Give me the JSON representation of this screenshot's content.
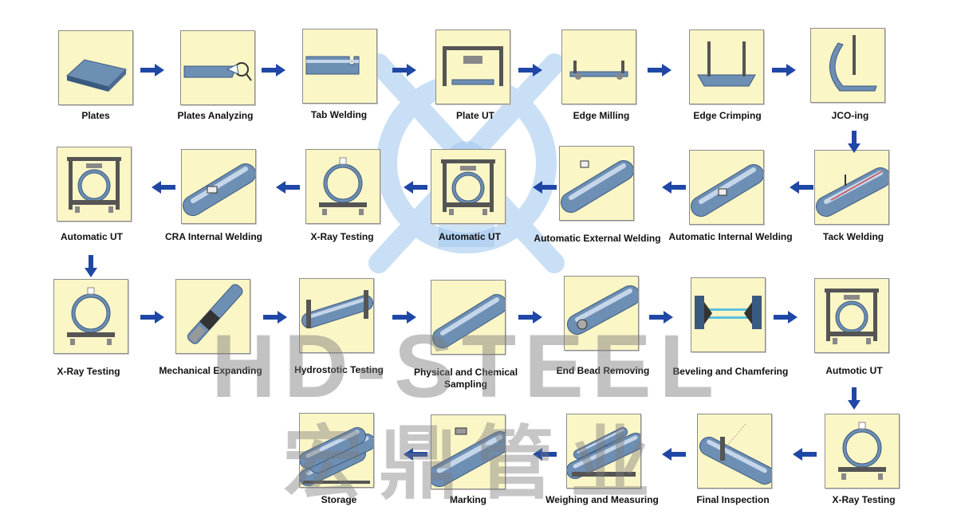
{
  "steps": [
    {
      "label": "Plates",
      "icon": "plates-icon"
    },
    {
      "label": "Plates Analyzing",
      "icon": "plates-analyzing-icon"
    },
    {
      "label": "Tab Welding",
      "icon": "tab-welding-icon"
    },
    {
      "label": "Plate UT",
      "icon": "plate-ut-icon"
    },
    {
      "label": "Edge Milling",
      "icon": "edge-milling-icon"
    },
    {
      "label": "Edge Crimping",
      "icon": "edge-crimping-icon"
    },
    {
      "label": "JCO-ing",
      "icon": "jco-ing-icon"
    },
    {
      "label": "Tack Welding",
      "icon": "tack-welding-icon"
    },
    {
      "label": "Automatic Internal Welding",
      "icon": "internal-welding-icon"
    },
    {
      "label": "Automatic External Welding",
      "icon": "external-welding-icon"
    },
    {
      "label": "Automatic UT",
      "icon": "automatic-ut-icon"
    },
    {
      "label": "X-Ray Testing",
      "icon": "x-ray-testing-icon"
    },
    {
      "label": "CRA Internal Welding",
      "icon": "cra-internal-welding-icon"
    },
    {
      "label": "Automatic UT",
      "icon": "automatic-ut-icon"
    },
    {
      "label": "X-Ray Testing",
      "icon": "x-ray-testing-icon"
    },
    {
      "label": "Mechanical Expanding",
      "icon": "mechanical-expanding-icon"
    },
    {
      "label": "Hydrostotic Testing",
      "icon": "hydrostatic-testing-icon"
    },
    {
      "label": "Physical and Chemical Sampling",
      "icon": "sampling-icon"
    },
    {
      "label": "End Bead Removing",
      "icon": "end-bead-removing-icon"
    },
    {
      "label": "Beveling and Chamfering",
      "icon": "beveling-icon"
    },
    {
      "label": "Autmotic UT",
      "icon": "automatic-ut-icon"
    },
    {
      "label": "X-Ray Testing",
      "icon": "x-ray-testing-icon"
    },
    {
      "label": "Final Inspection",
      "icon": "final-inspection-icon"
    },
    {
      "label": "Weighing and Measuring",
      "icon": "weighing-icon"
    },
    {
      "label": "Marking",
      "icon": "marking-icon"
    },
    {
      "label": "Storage",
      "icon": "storage-icon"
    }
  ],
  "watermark": {
    "text": "HD-STEEL",
    "chinese": "宏鼎管业",
    "logo_color": "#9dc6ee",
    "text_color": "#7a7a7a"
  },
  "colors": {
    "box_fill": "#fbf6c6",
    "arrow": "#1f47a6",
    "pipe": "#6e8fb4"
  }
}
